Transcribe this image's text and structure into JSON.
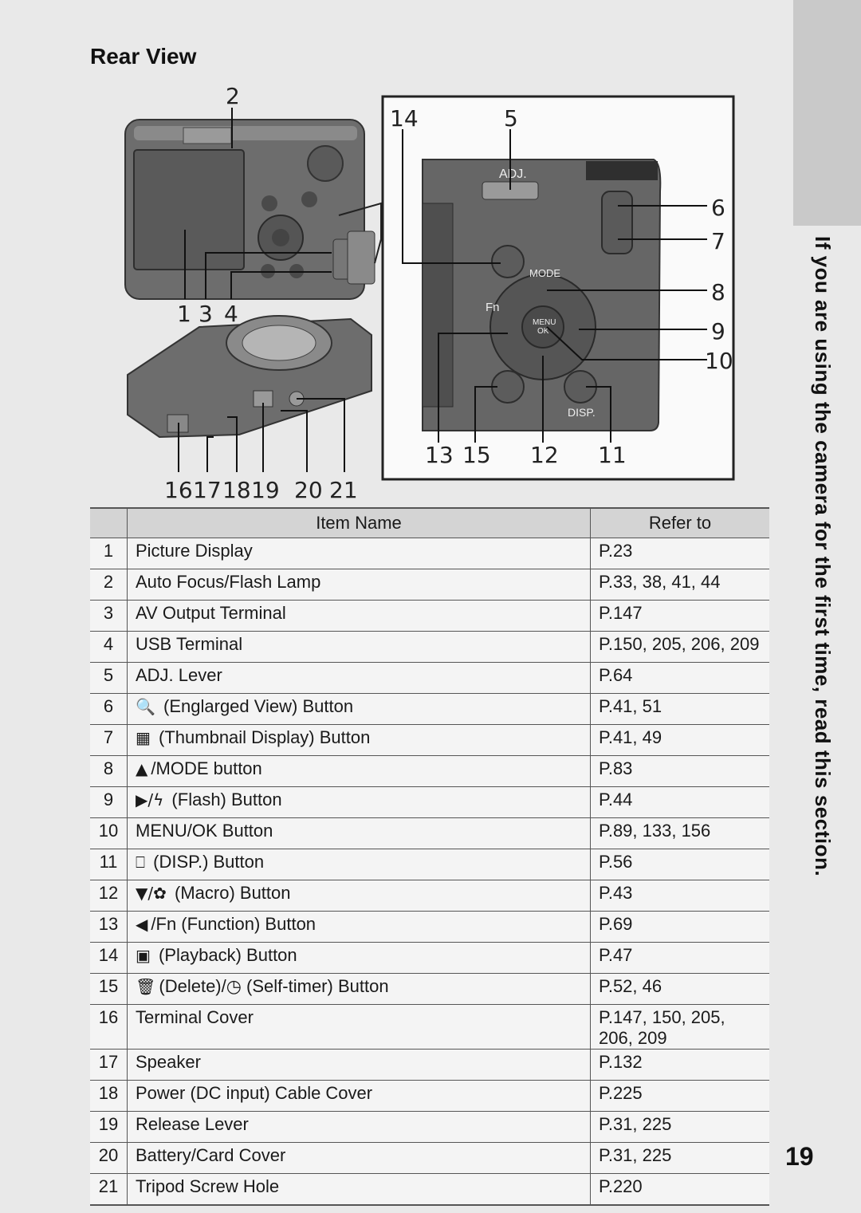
{
  "section_title": "Rear View",
  "side_text": "If you are using the camera for the first time, read this section.",
  "page_number": "19",
  "figure": {
    "callouts_top": [
      "2"
    ],
    "callouts_left_camera": [
      "1",
      "3",
      "4"
    ],
    "callouts_bottom_camera": [
      "16",
      "17",
      "18",
      "19",
      "20",
      "21"
    ],
    "inset_callouts_top": [
      "14",
      "5"
    ],
    "inset_callouts_right": [
      "6",
      "7",
      "8",
      "9",
      "10"
    ],
    "inset_callouts_bottom": [
      "13",
      "15",
      "12",
      "11"
    ],
    "inset_labels": {
      "adj": "ADJ.",
      "mode": "MODE",
      "fn": "Fn",
      "menu": "MENU",
      "ok": "OK",
      "disp": "DISP."
    }
  },
  "table": {
    "headers": [
      "",
      "Item Name",
      "Refer to"
    ],
    "rows": [
      {
        "num": "1",
        "icon": "",
        "name": "Picture Display",
        "ref": "P.23"
      },
      {
        "num": "2",
        "icon": "",
        "name": "Auto Focus/Flash Lamp",
        "ref": "P.33, 38, 41, 44"
      },
      {
        "num": "3",
        "icon": "",
        "name": "AV Output Terminal",
        "ref": "P.147"
      },
      {
        "num": "4",
        "icon": "",
        "name": "USB Terminal",
        "ref": "P.150, 205, 206, 209"
      },
      {
        "num": "5",
        "icon": "",
        "name": "ADJ. Lever",
        "ref": "P.64"
      },
      {
        "num": "6",
        "icon": "🔍",
        "name": " (Englarged View) Button",
        "ref": "P.41, 51"
      },
      {
        "num": "7",
        "icon": "▦",
        "name": " (Thumbnail Display) Button",
        "ref": "P.41, 49"
      },
      {
        "num": "8",
        "icon": "▲",
        "name": "/MODE button",
        "ref": "P.83"
      },
      {
        "num": "9",
        "icon": "▶/ϟ",
        "name": " (Flash) Button",
        "ref": "P.44"
      },
      {
        "num": "10",
        "icon": "",
        "name": "MENU/OK Button",
        "ref": "P.89, 133, 156"
      },
      {
        "num": "11",
        "icon": "⎕",
        "name": " (DISP.) Button",
        "ref": "P.56"
      },
      {
        "num": "12",
        "icon": "▼/✿",
        "name": " (Macro) Button",
        "ref": "P.43"
      },
      {
        "num": "13",
        "icon": "◀",
        "name": "/Fn (Function) Button",
        "ref": "P.69"
      },
      {
        "num": "14",
        "icon": "▣",
        "name": " (Playback) Button",
        "ref": "P.47"
      },
      {
        "num": "15",
        "icon": "🗑",
        "name": "(Delete)/◷ (Self-timer) Button",
        "ref": "P.52, 46"
      },
      {
        "num": "16",
        "icon": "",
        "name": "Terminal Cover",
        "ref": "P.147, 150, 205, 206, 209"
      },
      {
        "num": "17",
        "icon": "",
        "name": "Speaker",
        "ref": "P.132"
      },
      {
        "num": "18",
        "icon": "",
        "name": "Power (DC input) Cable Cover",
        "ref": "P.225"
      },
      {
        "num": "19",
        "icon": "",
        "name": "Release Lever",
        "ref": "P.31, 225"
      },
      {
        "num": "20",
        "icon": "",
        "name": "Battery/Card Cover",
        "ref": "P.31, 225"
      },
      {
        "num": "21",
        "icon": "",
        "name": "Tripod Screw Hole",
        "ref": "P.220"
      }
    ]
  }
}
